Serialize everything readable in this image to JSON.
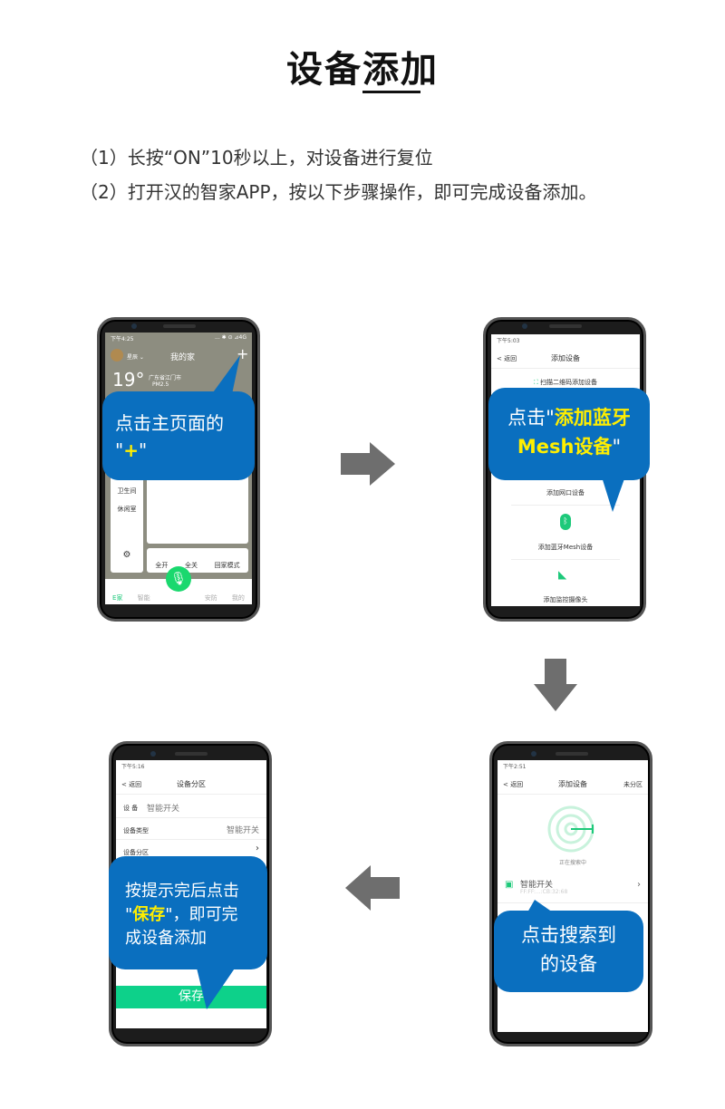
{
  "title": "设备添加",
  "steps": [
    "（1）长按“ON”10秒以上，对设备进行复位",
    "（2）打开汉的智家APP，按以下步骤操作，即可完成设备添加。"
  ],
  "phone1": {
    "time": "下午4:25",
    "status": "... ✱ ⊙ ⊿4G",
    "user": "星辰 ⌄",
    "home": "我的家",
    "plus": "+",
    "temp": "19°",
    "city": "广东省江门市",
    "pm": "PM2.5",
    "rooms": [
      "卫生间",
      "休闲室"
    ],
    "scenes": [
      "全开",
      "全关",
      "回家模式"
    ],
    "tabs": [
      "E家",
      "智能",
      "",
      "安防",
      "我的"
    ],
    "callout_a": "点击主页面的",
    "callout_q1": "\"",
    "callout_plus": "+",
    "callout_q2": "\""
  },
  "phone2": {
    "time": "下午5:03",
    "back": "< 返回",
    "title": "添加设备",
    "scan": "扫描二维码添加设备",
    "wired": "添加网口设备",
    "mesh": "添加蓝牙Mesh设备",
    "camera": "添加监控摄像头",
    "callout_a": "点击\"",
    "callout_b": "添加蓝牙",
    "callout_c": "Mesh设备",
    "callout_d": "\""
  },
  "phone3": {
    "time": "下午5:16",
    "back": "< 返回",
    "title": "设备分区",
    "device_label": "设 备",
    "device_value": "智能开关",
    "type_label": "设备类型",
    "type_value": "智能开关",
    "zone_label": "设备分区",
    "save": "保存",
    "callout_a": "按提示完后点击",
    "callout_q1": "\"",
    "callout_save": "保存",
    "callout_b": "\"，即可完",
    "callout_c": "成设备添加"
  },
  "phone4": {
    "time": "下午2:51",
    "back": "< 返回",
    "title": "添加设备",
    "right": "未分区",
    "searching": "正在搜索中",
    "device": "智能开关",
    "mac": "FF:FF:...:CB:32:68",
    "callout_a": "点击搜索到",
    "callout_b": "的设备"
  }
}
